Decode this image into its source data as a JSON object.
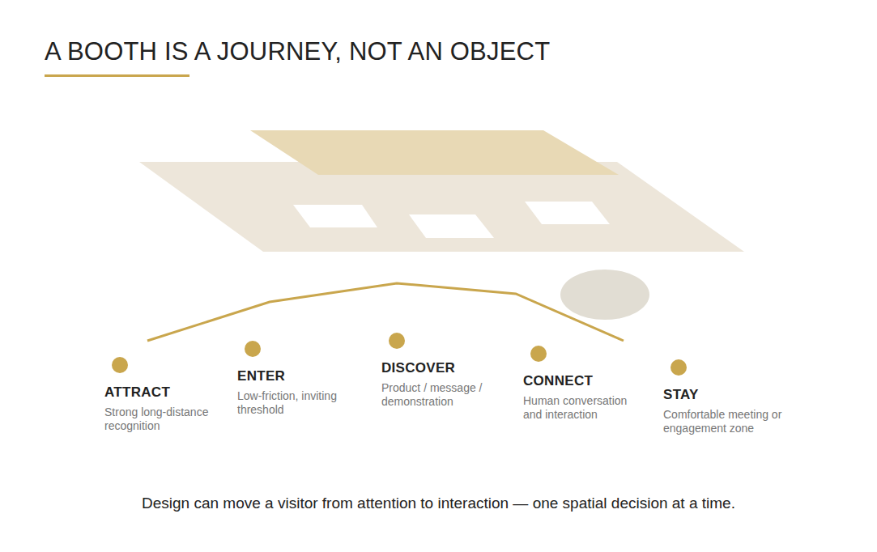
{
  "diagram": {
    "title": "A BOOTH IS A JOURNEY, NOT AN OBJECT",
    "caption": "Design can move a visitor from attention to interaction — one spatial decision at a time.",
    "nodes": [
      {
        "text": [
          "ATTRACT",
          "Strong long-distance recognition"
        ]
      },
      {
        "text": [
          "ENTER",
          "Low-friction, inviting threshold"
        ]
      },
      {
        "text": [
          "DISCOVER",
          "Product / message / demonstration"
        ]
      },
      {
        "text": [
          "CONNECT",
          "Human conversation and interaction"
        ]
      },
      {
        "text": [
          "STAY",
          "Comfortable meeting or engagement zone"
        ]
      }
    ]
  }
}
